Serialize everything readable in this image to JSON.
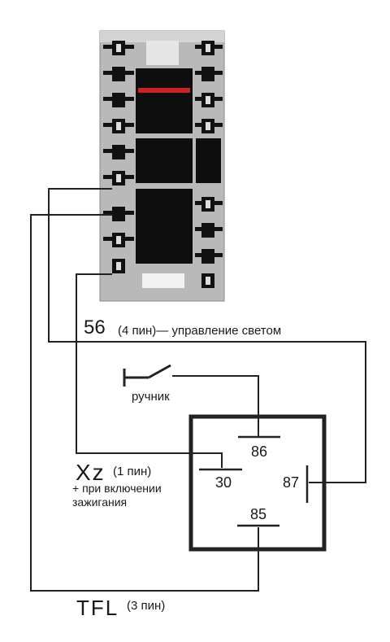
{
  "wires": {
    "w56": {
      "number": "56",
      "note": "(4 пин)— управление светом"
    },
    "wXz": {
      "name": "Xz",
      "pin": "(1 пин)",
      "note": "+ при включении\nзажигания"
    },
    "wTFL": {
      "name": "TFL",
      "pin": "(3 пин)"
    }
  },
  "switch": {
    "label": "ручник"
  },
  "relay": {
    "pins": {
      "p86": "86",
      "p30": "30",
      "p87": "87",
      "p85": "85"
    }
  },
  "colors": {
    "wire": "#222222",
    "connector_body": "#b9b9b9",
    "terminal": "#111111",
    "accent": "#cc2222"
  }
}
